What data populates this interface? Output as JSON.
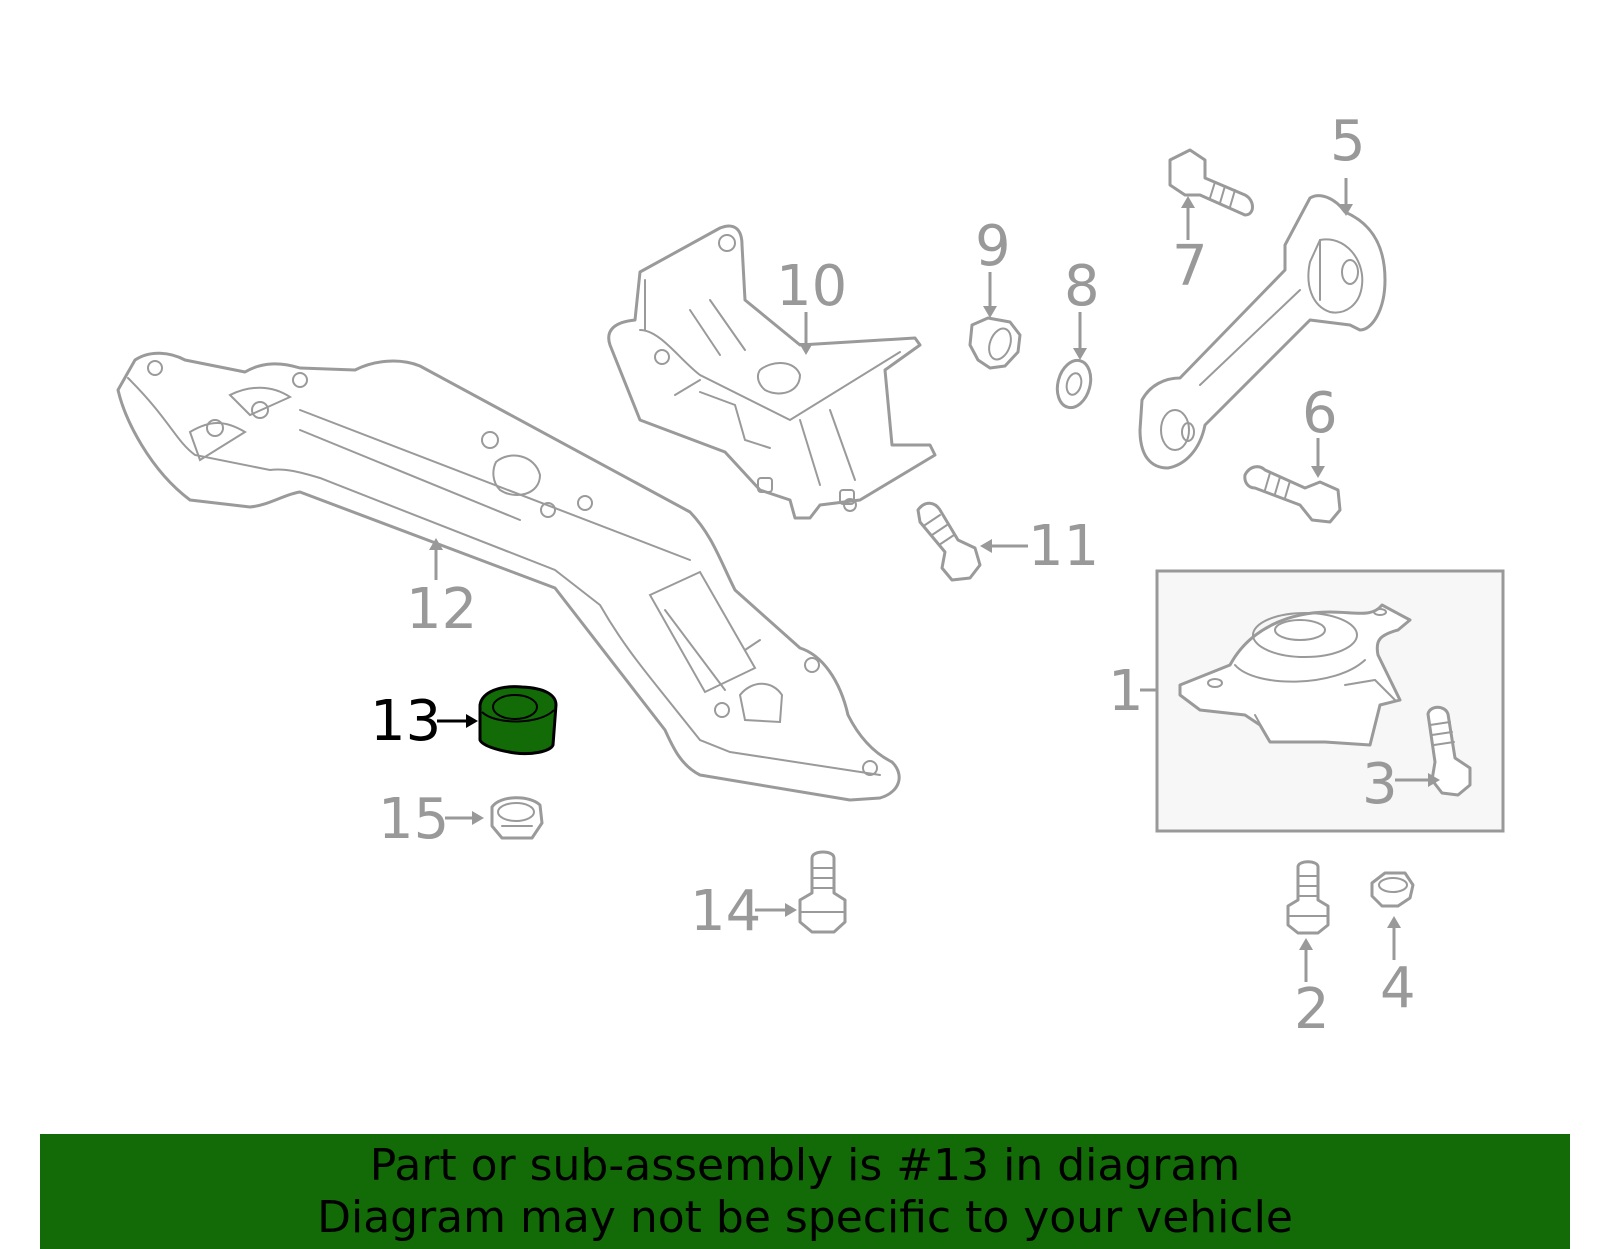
{
  "highlight_color": "#126b07",
  "callouts": {
    "c1": "1",
    "c2": "2",
    "c3": "3",
    "c4": "4",
    "c5": "5",
    "c6": "6",
    "c7": "7",
    "c8": "8",
    "c9": "9",
    "c10": "10",
    "c11": "11",
    "c12": "12",
    "c13": "13",
    "c14": "14",
    "c15": "15"
  },
  "highlighted_part": "13",
  "banner": {
    "line1": "Part or sub-assembly is #13 in diagram",
    "line2": "Diagram may not be specific to your vehicle"
  }
}
